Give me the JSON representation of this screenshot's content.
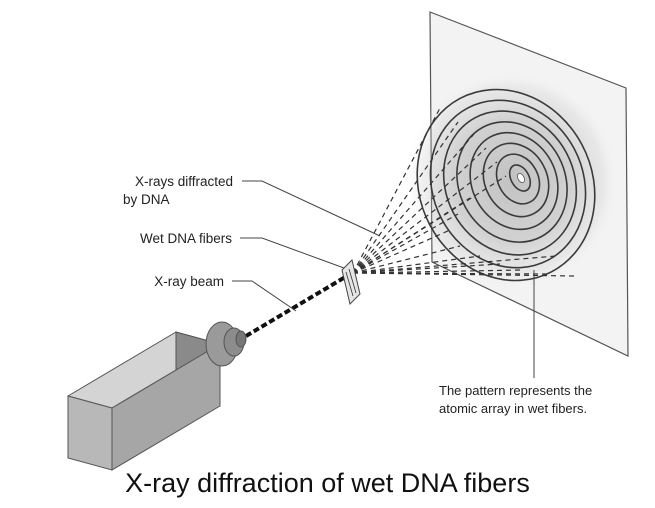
{
  "labels": {
    "diffracted_line1": "X-rays diffracted",
    "diffracted_line2": "by DNA",
    "fibers": "Wet DNA fibers",
    "beam": "X-ray beam",
    "pattern_line1": "The pattern represents the",
    "pattern_line2": "atomic array in wet fibers."
  },
  "caption": "X-ray diffraction of wet DNA fibers",
  "colors": {
    "screen_fill": "#f3f3f3",
    "screen_stroke": "#555555",
    "ring": "#3a3a3a",
    "beam": "#111111",
    "source_light": "#d4d4d4",
    "source_mid": "#b0b0b0",
    "source_dark": "#8a8a8a"
  }
}
